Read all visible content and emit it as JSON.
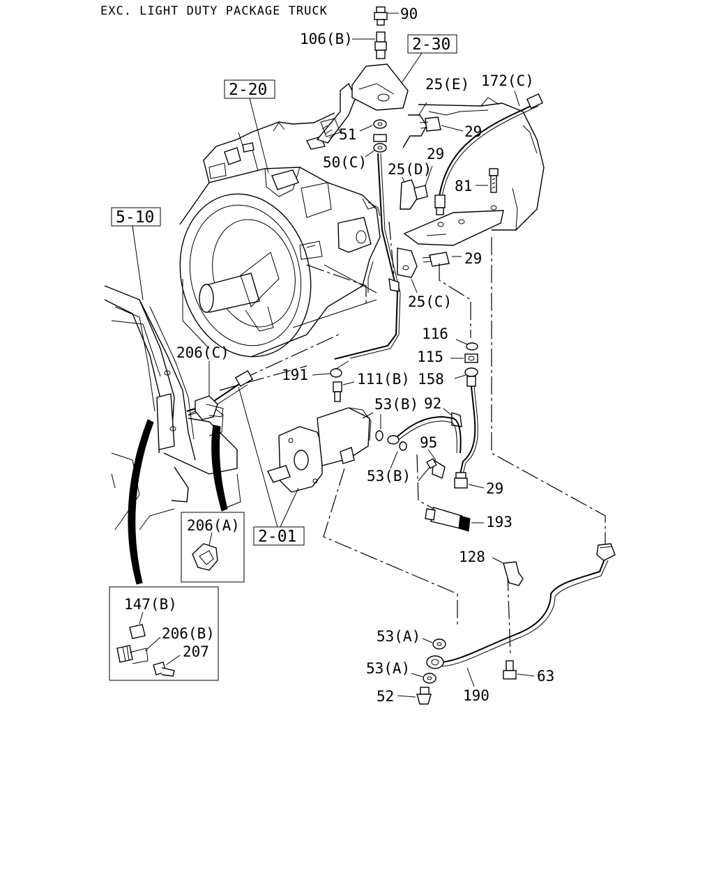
{
  "header": {
    "title": "EXC. LIGHT DUTY PACKAGE TRUCK"
  },
  "ref_boxes": {
    "r1": "2-30",
    "r2": "2-20",
    "r3": "5-10",
    "r4": "2-01"
  },
  "callouts": {
    "c90": "90",
    "c106b": "106(B)",
    "c25e": "25(E)",
    "c172c": "172(C)",
    "c51": "51",
    "c29a": "29",
    "c50c": "50(C)",
    "c29b": "29",
    "c25d": "25(D)",
    "c81": "81",
    "c29c": "29",
    "c25c": "25(C)",
    "c116": "116",
    "c115": "115",
    "c158": "158",
    "c206c": "206(C)",
    "c191": "191",
    "c111b": "111(B)",
    "c53b1": "53(B)",
    "c92": "92",
    "c95": "95",
    "c53b2": "53(B)",
    "c29d": "29",
    "c193": "193",
    "c128": "128",
    "c53a1": "53(A)",
    "c53a2": "53(A)",
    "c52": "52",
    "c190": "190",
    "c63": "63"
  },
  "detail_a": {
    "label": "206(A)"
  },
  "detail_b": {
    "l1": "147(B)",
    "l2": "206(B)",
    "l3": "207"
  }
}
